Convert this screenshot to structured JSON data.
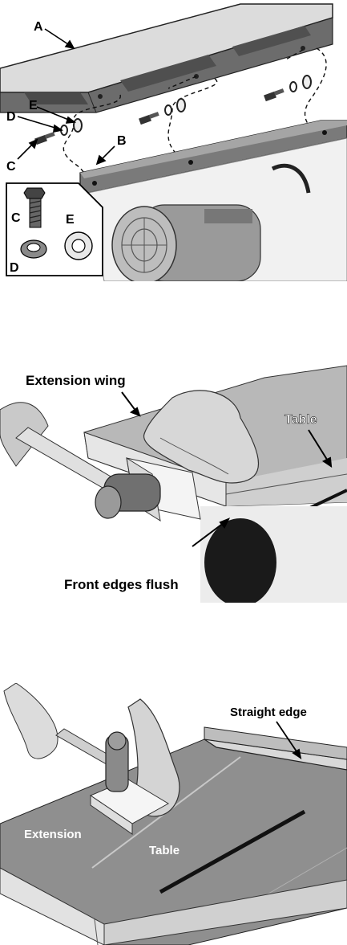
{
  "figure1": {
    "callouts": {
      "a": "A",
      "b": "B",
      "c": "C",
      "d": "D",
      "e": "E"
    },
    "inset": {
      "c": "C",
      "d": "D",
      "e": "E"
    }
  },
  "figure2": {
    "label_wing": "Extension wing",
    "label_table": "Table",
    "label_flush": "Front edges flush"
  },
  "figure3": {
    "label_straight": "Straight edge",
    "label_extension": "Extension",
    "label_table": "Table"
  }
}
